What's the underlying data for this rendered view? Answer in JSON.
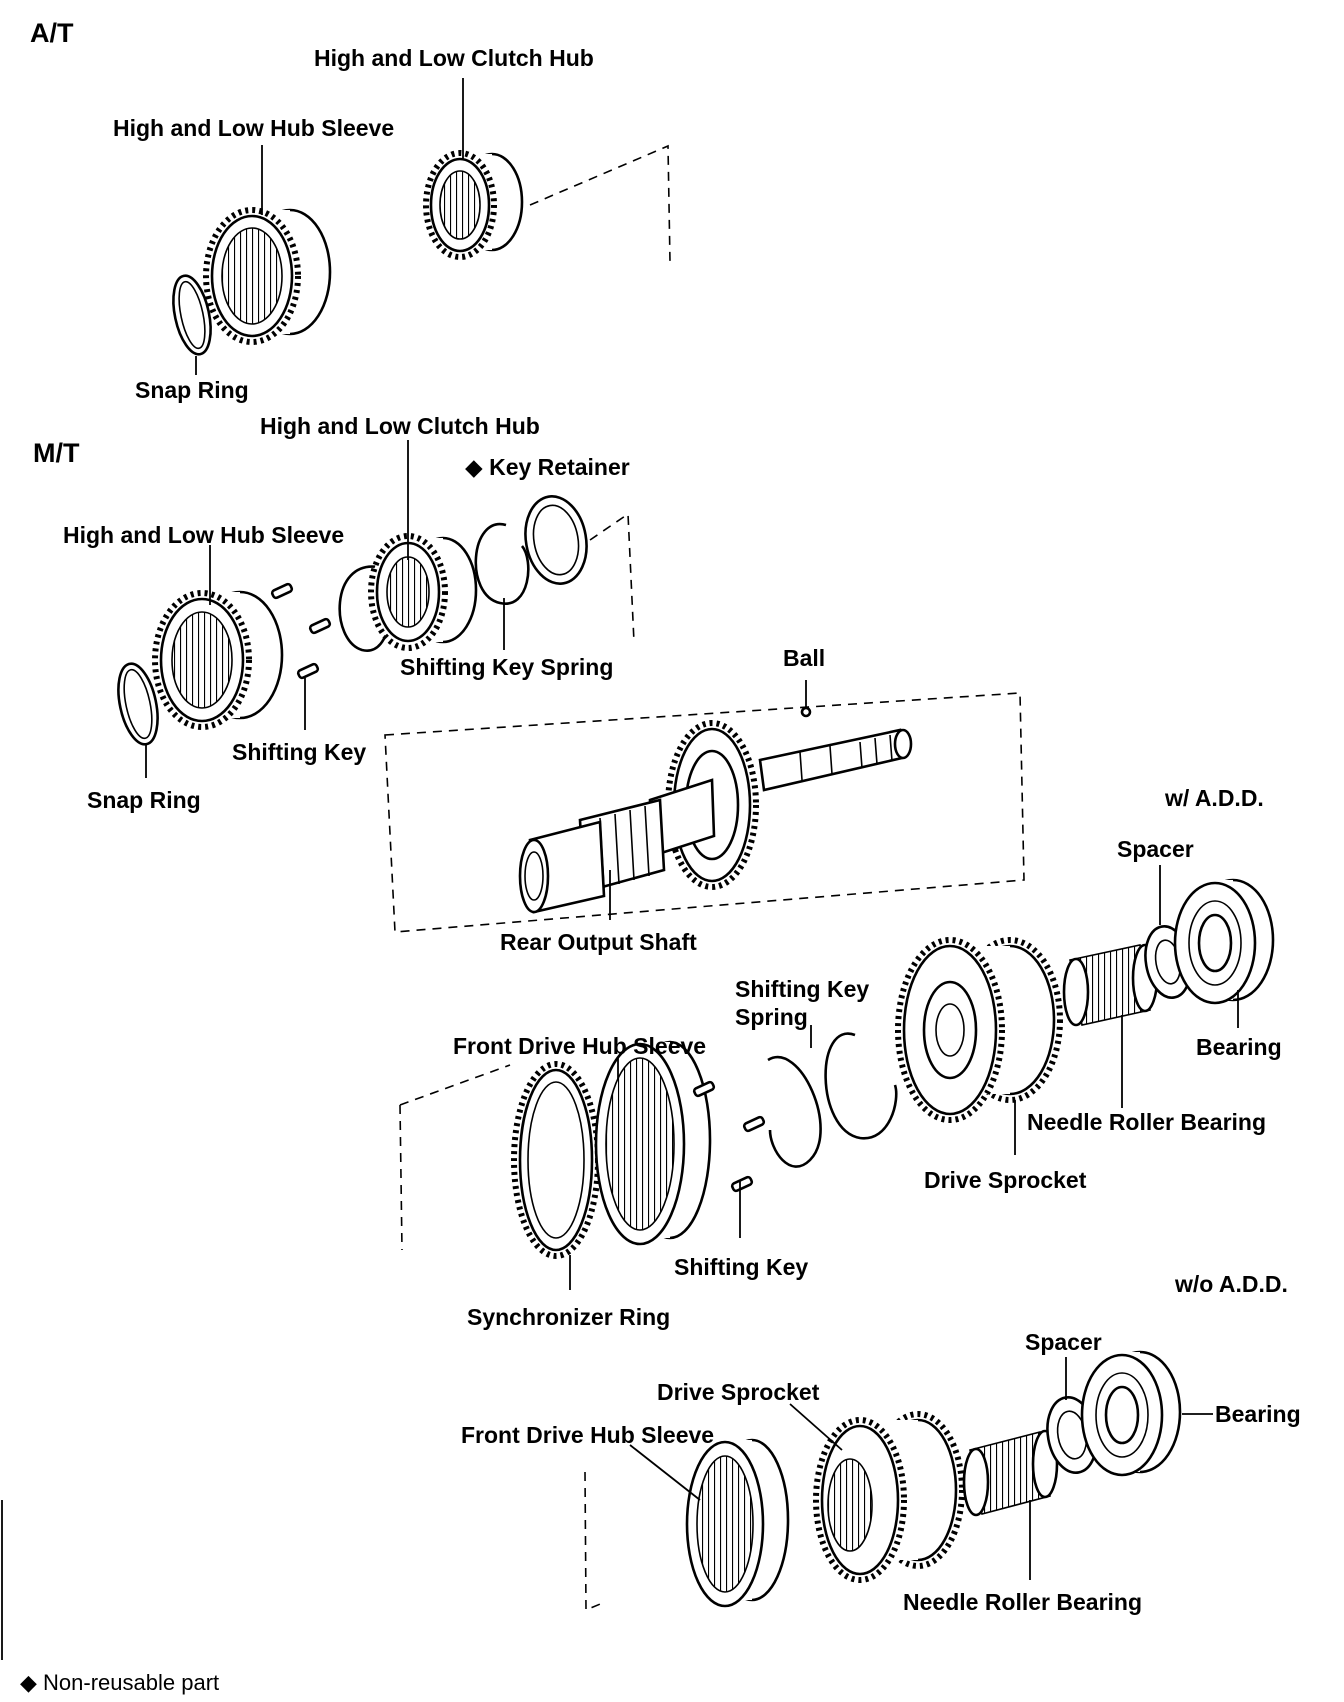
{
  "sections": {
    "at": "A/T",
    "mt": "M/T",
    "with_add": "w/ A.D.D.",
    "without_add": "w/o A.D.D."
  },
  "labels": {
    "at_clutch_hub": "High and Low Clutch Hub",
    "at_hub_sleeve": "High and Low Hub Sleeve",
    "at_snap_ring": "Snap Ring",
    "mt_clutch_hub": "High and Low Clutch Hub",
    "mt_key_retainer": "◆ Key Retainer",
    "mt_hub_sleeve": "High and Low Hub Sleeve",
    "mt_shifting_key_spring": "Shifting Key Spring",
    "mt_shifting_key": "Shifting Key",
    "mt_snap_ring": "Snap Ring",
    "ball": "Ball",
    "rear_output_shaft": "Rear Output Shaft",
    "add_spacer": "Spacer",
    "add_bearing": "Bearing",
    "add_shifting_key_spring_1": "Shifting Key",
    "add_shifting_key_spring_2": "Spring",
    "add_front_drive_hub_sleeve": "Front Drive Hub Sleeve",
    "add_needle_roller_bearing": "Needle Roller Bearing",
    "add_drive_sprocket": "Drive Sprocket",
    "add_shifting_key": "Shifting Key",
    "add_synchronizer_ring": "Synchronizer Ring",
    "noadd_spacer": "Spacer",
    "noadd_drive_sprocket": "Drive Sprocket",
    "noadd_bearing": "Bearing",
    "noadd_front_drive_hub_sleeve": "Front Drive Hub Sleeve",
    "noadd_needle_roller_bearing": "Needle Roller Bearing"
  },
  "footnote": "◆ Non-reusable part"
}
